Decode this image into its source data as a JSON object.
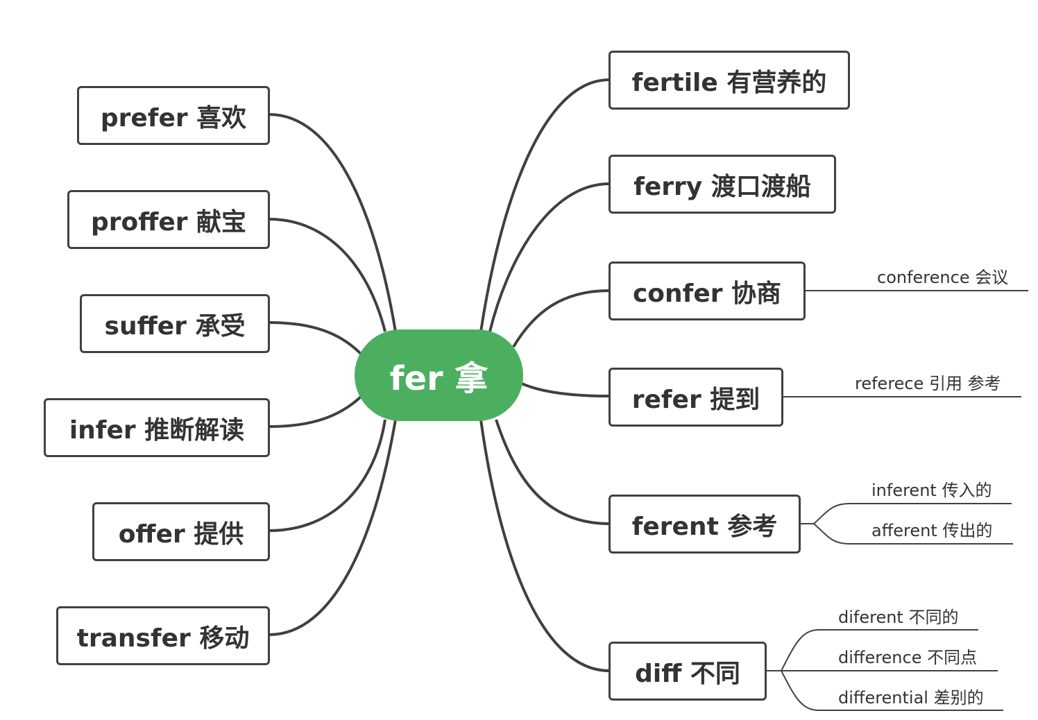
{
  "colors": {
    "root_fill": "#4caf5f",
    "line": "#404040",
    "text": "#333333"
  },
  "root": {
    "label": "fer 拿"
  },
  "left": [
    {
      "label": "prefer 喜欢"
    },
    {
      "label": "proffer 献宝"
    },
    {
      "label": "suffer 承受"
    },
    {
      "label": "infer 推断解读"
    },
    {
      "label": "offer 提供"
    },
    {
      "label": "transfer 移动"
    }
  ],
  "right": [
    {
      "label": "fertile 有营养的",
      "children": []
    },
    {
      "label": "ferry 渡口渡船",
      "children": []
    },
    {
      "label": "confer 协商",
      "children": [
        "conference 会议"
      ]
    },
    {
      "label": "refer 提到",
      "children": [
        "referece 引用 参考"
      ]
    },
    {
      "label": "ferent 参考",
      "children": [
        "inferent 传入的",
        "afferent 传出的"
      ]
    },
    {
      "label": "diff 不同",
      "children": [
        "diferent 不同的",
        "difference 不同点",
        "differential 差别的"
      ]
    }
  ]
}
